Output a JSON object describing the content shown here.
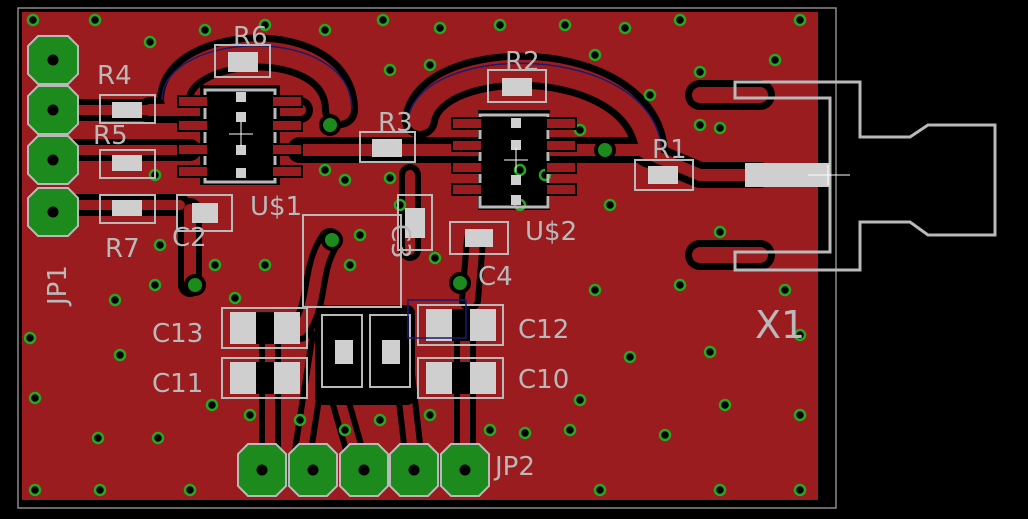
{
  "board": {
    "colors": {
      "background": "#000000",
      "copper_pour": "#9b1c1f",
      "trace_outline": "#1a1a6e",
      "silkscreen": "#b9b9b9",
      "pad_green": "#1d8a1d",
      "via_green": "#22aa22",
      "smd_pad": "#cfcfcf",
      "outline_grey": "#8a8a8a"
    },
    "labels": {
      "R6": "R6",
      "R4": "R4",
      "R5": "R5",
      "R7": "R7",
      "R2": "R2",
      "R3": "R3",
      "R1": "R1",
      "C2": "C2",
      "C3": "C3",
      "C4": "C4",
      "C10": "C10",
      "C11": "C11",
      "C12": "C12",
      "C13": "C13",
      "U1": "U$1",
      "U2": "U$2",
      "X1": "X1",
      "JP1": "JP1",
      "JP2": "JP2"
    }
  }
}
